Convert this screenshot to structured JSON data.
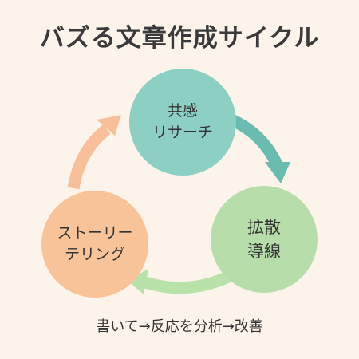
{
  "title": "バズる文章作成サイクル",
  "nodes": {
    "top": {
      "line1": "共感",
      "line2": "リサーチ",
      "color": "#8dcfc3"
    },
    "right": {
      "line1": "拡散",
      "line2": "導線",
      "color": "#b7deaa"
    },
    "left": {
      "line1": "ストーリー",
      "line2": "テリング",
      "color": "#f9c39a"
    }
  },
  "arrows": {
    "top_to_right_color": "#6bbcb0",
    "right_to_left_color": "#b9e2aa",
    "left_to_top_color": "#f7c09a"
  },
  "footer": "書いて→反応を分析→改善",
  "background": "#fcf3ea"
}
